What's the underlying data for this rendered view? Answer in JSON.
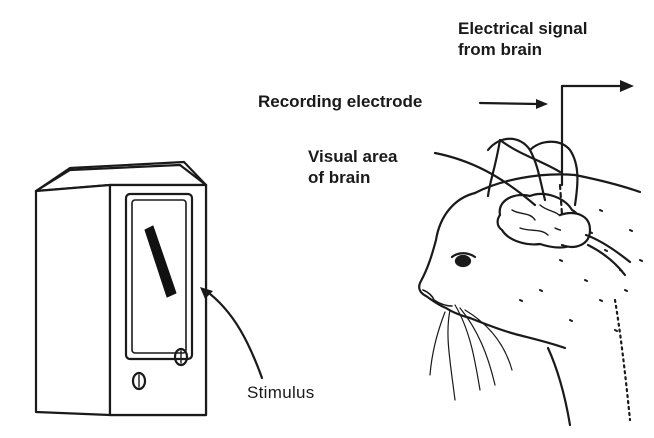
{
  "labels": {
    "signal_line1": "Electrical signal",
    "signal_line2": "from brain",
    "recording_electrode": "Recording electrode",
    "visual_line1": "Visual area",
    "visual_line2": "of brain",
    "stimulus": "Stimulus"
  },
  "colors": {
    "ink": "#1a1a1a",
    "paper": "#ffffff",
    "screen_fill": "#ffffff",
    "bar_fill": "#111111"
  },
  "icons": {
    "monitor": "crt-monitor-icon",
    "bar": "oriented-bar-stimulus",
    "cat": "cat-head-icon",
    "brain": "brain-visual-area-icon",
    "electrode": "electrode-wire-icon"
  }
}
